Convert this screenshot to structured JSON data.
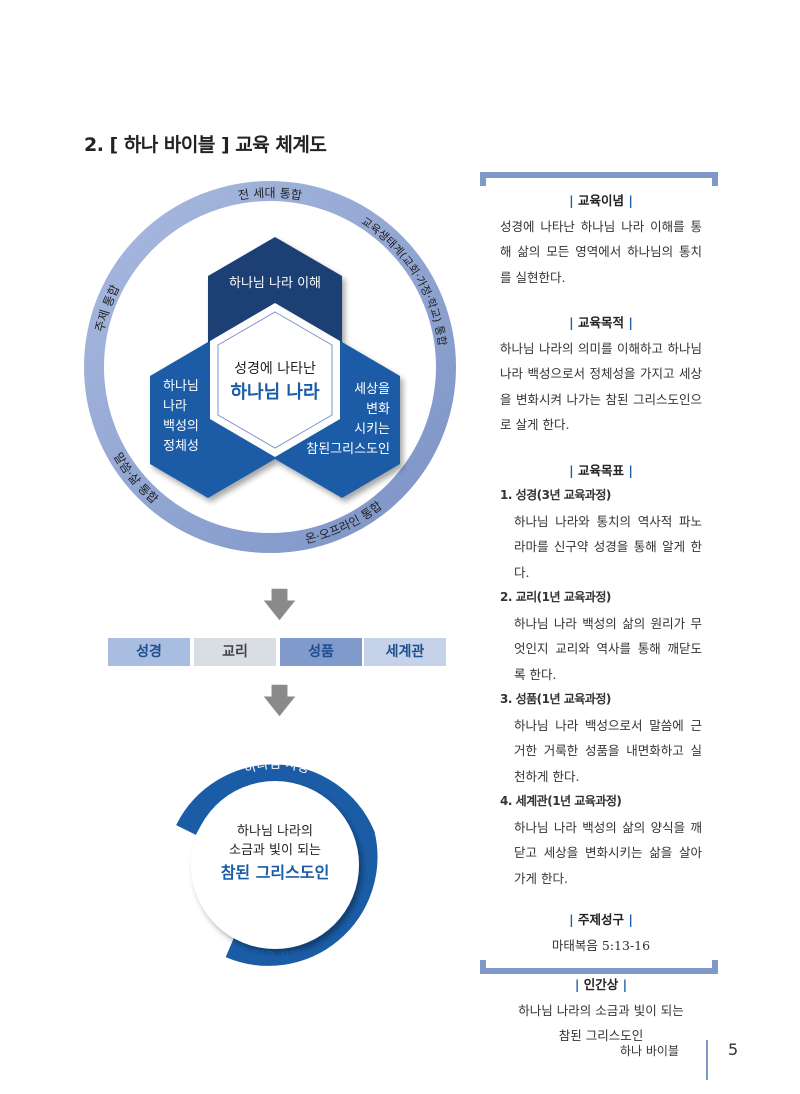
{
  "title": "2. [ 하나 바이블 ] 교육 체계도",
  "diagram": {
    "ring_labels": {
      "top": "전 세대 통합",
      "right": "교육생태계(교회·가정·학교) 통합",
      "bottom_right": "온·오프라인 통합",
      "bottom_left": "말씀·삶 통합",
      "left": "주제 통합"
    },
    "hex_top": "하나님 나라 이해",
    "hex_left": [
      "하나님",
      "나라",
      "백성의",
      "정체성"
    ],
    "hex_right": [
      "세상을",
      "변화",
      "시키는",
      "참된그리스도인"
    ],
    "center_line1": "성경에 나타난",
    "center_line2": "하나님 나라",
    "categories": [
      "성경",
      "교리",
      "성품",
      "세계관"
    ],
    "outcome": {
      "arc_top": "하나님 사랑",
      "arc_bottom": "이웃 사랑",
      "line1": "하나님 나라의",
      "line2": "소금과 빛이 되는",
      "line3": "참된 그리스도인"
    },
    "colors": {
      "navy": "#1d3f73",
      "blue": "#1a5ca6",
      "ring": "#8fa5d2"
    }
  },
  "panel": {
    "philosophy": {
      "heading": "교육이념",
      "text": "성경에 나타난 하나님 나라 이해를 통해 삶의 모든 영역에서 하나님의 통치를 실현한다."
    },
    "purpose": {
      "heading": "교육목적",
      "text": "하나님 나라의 의미를 이해하고 하나님 나라 백성으로서 정체성을 가지고 세상을 변화시켜 나가는 참된 그리스도인으로 살게 한다."
    },
    "goals": {
      "heading": "교육목표",
      "items": [
        {
          "title": "1. 성경(3년 교육과정)",
          "text": "하나님 나라와 통치의 역사적 파노라마를 신구약 성경을 통해 알게 한다."
        },
        {
          "title": "2. 교리(1년 교육과정)",
          "text": "하나님 나라 백성의 삶의 원리가 무엇인지 교리와 역사를 통해 깨닫도록 한다."
        },
        {
          "title": "3. 성품(1년 교육과정)",
          "text": "하나님 나라 백성으로서 말씀에 근거한 거룩한 성품을 내면화하고 실천하게 한다."
        },
        {
          "title": "4. 세계관(1년 교육과정)",
          "text": "하나님 나라 백성의 삶의 양식을 깨닫고 세상을 변화시키는 삶을 살아가게 한다."
        }
      ]
    },
    "verse": {
      "heading": "주제성구",
      "text": "마태복음 5:13-16"
    },
    "person": {
      "heading": "인간상",
      "line1": "하나님 나라의 소금과 빛이 되는",
      "line2": "참된 그리스도인"
    }
  },
  "footer": {
    "label": "하나 바이블",
    "page": "5"
  }
}
